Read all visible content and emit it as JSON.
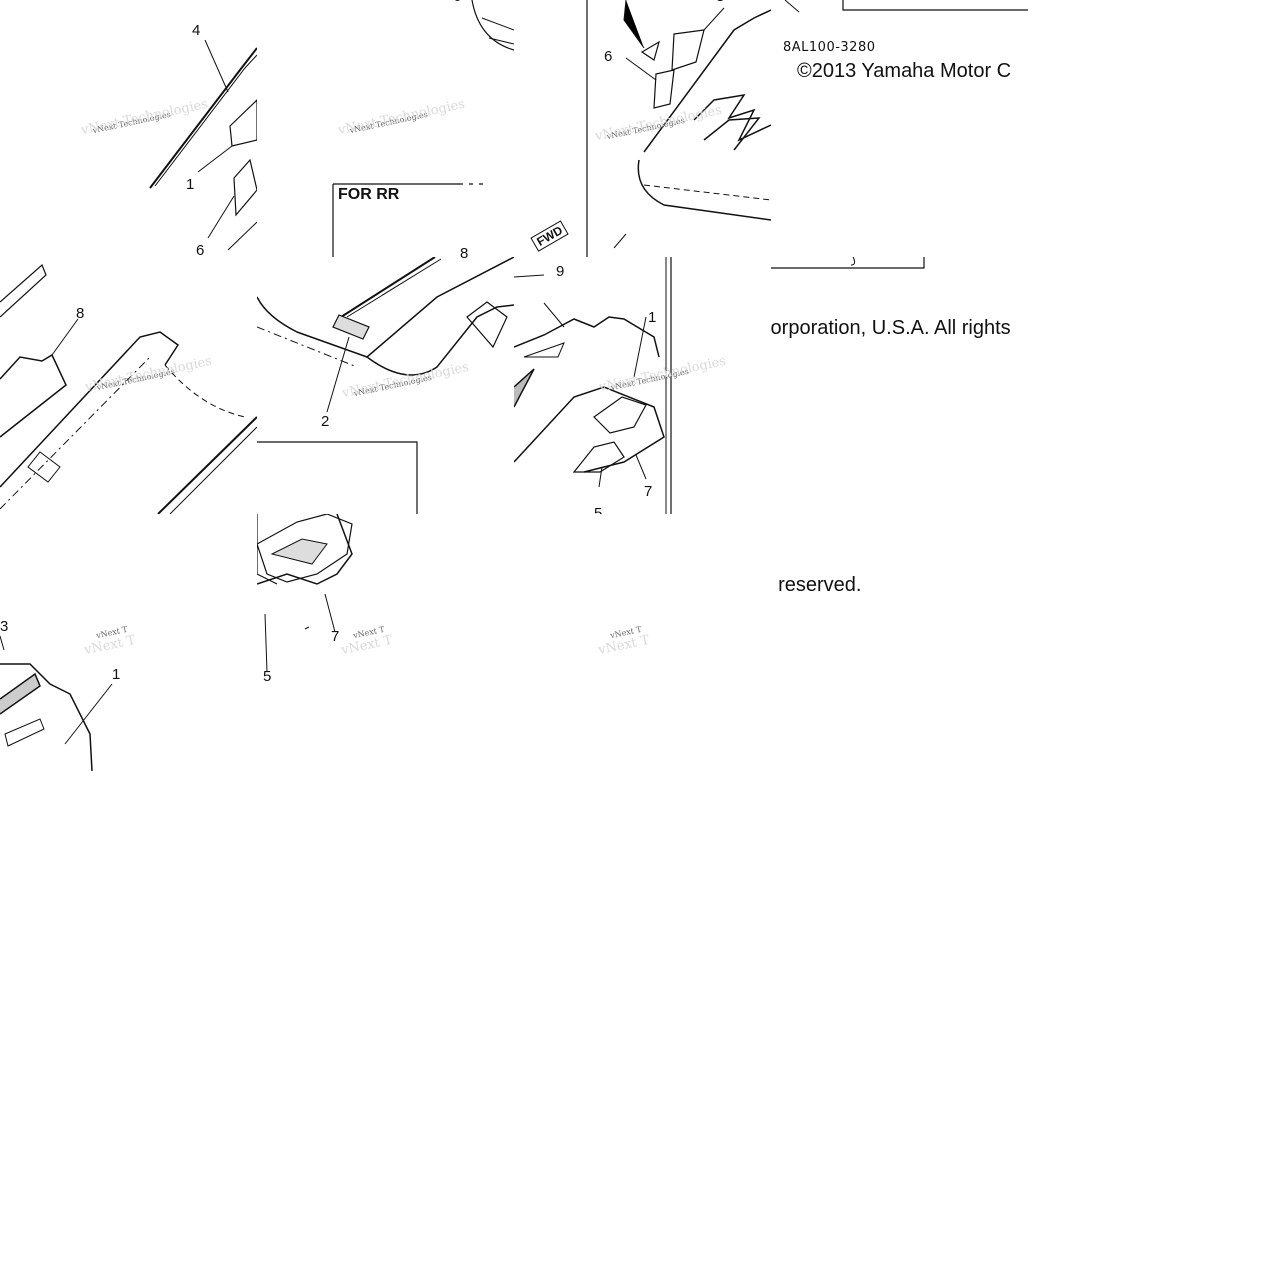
{
  "diagram": {
    "callouts": [
      "1",
      "2",
      "3",
      "4",
      "5",
      "6",
      "7",
      "8",
      "9"
    ],
    "frame_label": "FOR RR",
    "fwd_label": "FWD",
    "part_code": "8AL100-3280",
    "watermark": "vNext Technologies",
    "watermark_short": "vNext T",
    "copyright": {
      "line1": "©2013 Yamaha Motor C",
      "line2": ":orporation, U.S.A. All rights",
      "line3": "; reserved."
    }
  }
}
